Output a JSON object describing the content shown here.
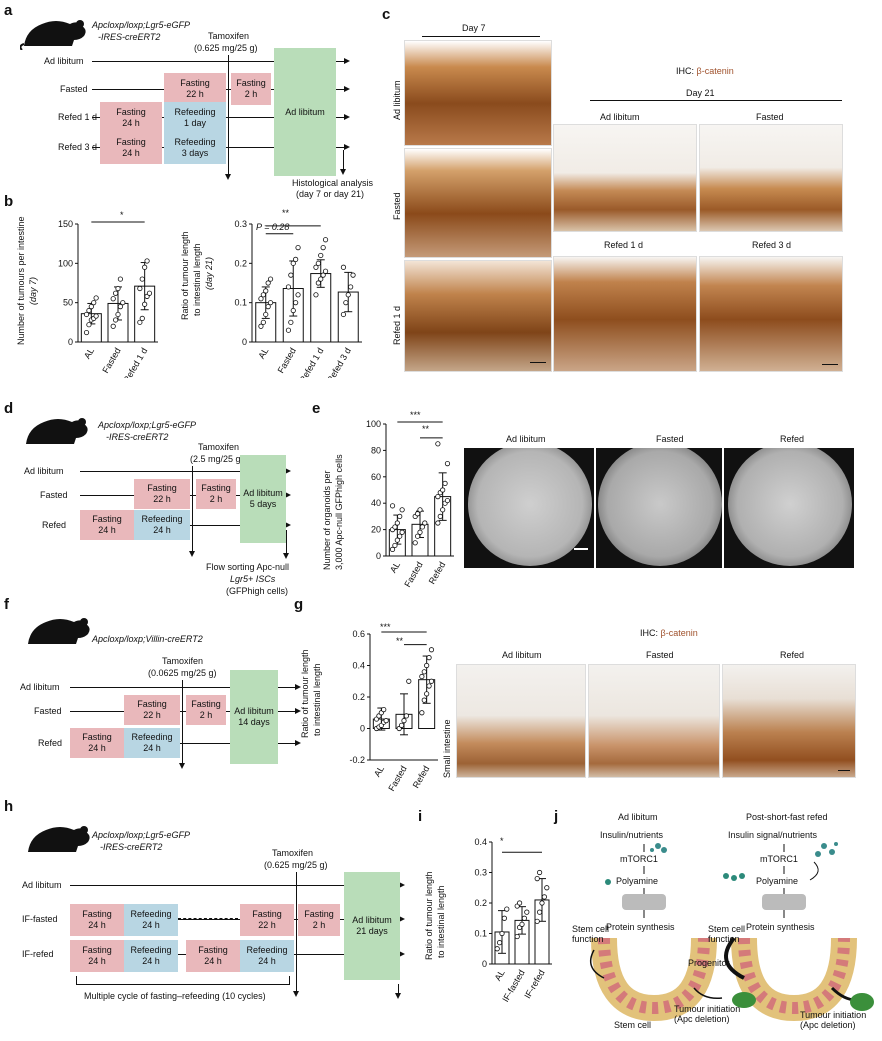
{
  "panels": {
    "a": {
      "letter": "a",
      "genotype_line1": "Apcloxp/loxp;Lgr5-eGFP",
      "genotype_line2": "-IRES-creERT2",
      "tamoxifen_line1": "Tamoxifen",
      "tamoxifen_line2": "(0.625 mg/25 g)",
      "rows": [
        "Ad libitum",
        "Fasted",
        "Refed 1 d",
        "Refed 3 d"
      ],
      "box_fasting22": "Fasting\n22 h",
      "box_fasting2": "Fasting\n2 h",
      "box_fasting24": "Fasting\n24 h",
      "box_refeeding1": "Refeeding\n1 day",
      "box_refeeding3": "Refeeding\n3 days",
      "box_adlib": "Ad libitum",
      "analysis_line1": "Histological analysis",
      "analysis_line2": "(day 7 or day 21)"
    },
    "b": {
      "letter": "b",
      "ylabel1_line1": "Number of tumours per intestine",
      "ylabel1_line2": "(day 7)",
      "ylabel2_line1": "Ratio of tumour length",
      "ylabel2_line2": "to intestinal length",
      "ylabel2_line3": "(day 21)",
      "sig1": "*",
      "sig2": "**",
      "pval": "P = 0.28"
    },
    "c": {
      "letter": "c",
      "day7": "Day 7",
      "row_labels": [
        "Ad libitum",
        "Fasted",
        "Refed 1 d"
      ],
      "ihc_prefix": "IHC: ",
      "ihc_marker": "β-catenin",
      "day21": "Day 21",
      "col_adlib": "Ad libitum",
      "col_fasted": "Fasted",
      "col_refed1": "Refed 1 d",
      "col_refed3": "Refed 3 d"
    },
    "d": {
      "letter": "d",
      "genotype_line1": "Apcloxp/loxp;Lgr5-eGFP",
      "genotype_line2": "-IRES-creERT2",
      "tamoxifen_line1": "Tamoxifen",
      "tamoxifen_line2": "(2.5 mg/25 g)",
      "rows": [
        "Ad libitum",
        "Fasted",
        "Refed"
      ],
      "box_fasting22": "Fasting\n22 h",
      "box_fasting2": "Fasting\n2 h",
      "box_fasting24": "Fasting\n24 h",
      "box_refeeding": "Refeeding\n24 h",
      "box_adlib": "Ad libitum\n5 days",
      "sort_line1": "Flow sorting Apc-null",
      "sort_line2": "Lgr5+ ISCs",
      "sort_line3": "(GFPhigh cells)"
    },
    "e": {
      "letter": "e",
      "ylabel_line1": "Number of organoids per",
      "ylabel_line2": "3,000 Apc-null GFPhigh cells",
      "sig1": "***",
      "sig2": "**",
      "img_labels": [
        "Ad libitum",
        "Fasted",
        "Refed"
      ]
    },
    "f": {
      "letter": "f",
      "genotype": "Apcloxp/loxp;Villin-creERT2",
      "tamoxifen_line1": "Tamoxifen",
      "tamoxifen_line2": "(0.0625 mg/25 g)",
      "rows": [
        "Ad libitum",
        "Fasted",
        "Refed"
      ],
      "box_fasting22": "Fasting\n22 h",
      "box_fasting2": "Fasting\n2 h",
      "box_fasting24": "Fasting\n24 h",
      "box_refeeding": "Refeeding\n24 h",
      "box_adlib": "Ad libitum\n14 days"
    },
    "g": {
      "letter": "g",
      "ylabel_line1": "Ratio of tumour length",
      "ylabel_line2": "to intestinal length",
      "sig1": "***",
      "sig2": "**",
      "ihc_prefix": "IHC: ",
      "ihc_marker": "β-catenin",
      "img_labels": [
        "Ad libitum",
        "Fasted",
        "Refed"
      ],
      "side_label": "Small intestine"
    },
    "h": {
      "letter": "h",
      "genotype_line1": "Apcloxp/loxp;Lgr5-eGFP",
      "genotype_line2": "-IRES-creERT2",
      "tamoxifen_line1": "Tamoxifen",
      "tamoxifen_line2": "(0.625 mg/25 g)",
      "rows": [
        "Ad libitum",
        "IF-fasted",
        "IF-refed"
      ],
      "box_fasting24": "Fasting\n24 h",
      "box_refeeding24": "Refeeding\n24 h",
      "box_fasting22": "Fasting\n22 h",
      "box_fasting2": "Fasting\n2 h",
      "box_adlib": "Ad libitum\n21 days",
      "cycle_note": "Multiple cycle of fasting–refeeding (10 cycles)"
    },
    "i": {
      "letter": "i",
      "ylabel_line1": "Ratio of tumour length",
      "ylabel_line2": "to intestinal length",
      "sig": "*"
    },
    "j": {
      "letter": "j",
      "left_title": "Ad libitum",
      "right_title": "Post-short-fast refed",
      "left_signal": "Insulin/nutrients",
      "right_signal": "Insulin signal/nutrients",
      "mtorc1": "mTORC1",
      "polyamine": "Polyamine",
      "protein_synthesis": "Protein synthesis",
      "stem_cell_function": "Stem cell\nfunction",
      "progenitor": "Progenitor",
      "stem_cell": "Stem cell",
      "tumour_initiation": "Tumour initiation\n(Apc deletion)"
    }
  },
  "chart_data": [
    {
      "id": "b-left",
      "type": "bar",
      "categories": [
        "AL",
        "Fasted",
        "Refed 1 d"
      ],
      "values": [
        36,
        49,
        71
      ],
      "errors": [
        13,
        21,
        30
      ],
      "points": [
        [
          12,
          22,
          28,
          30,
          33,
          35,
          40,
          45,
          50,
          56
        ],
        [
          20,
          28,
          35,
          45,
          50,
          55,
          62,
          68,
          80
        ],
        [
          25,
          30,
          48,
          58,
          62,
          68,
          80,
          95,
          103
        ]
      ],
      "ylim": [
        0,
        150
      ],
      "yticks": [
        0,
        50,
        100,
        150
      ]
    },
    {
      "id": "b-right",
      "type": "bar",
      "categories": [
        "AL",
        "Fasted",
        "Refed 1 d",
        "Refed 3 d"
      ],
      "values": [
        0.1,
        0.136,
        0.174,
        0.127
      ],
      "errors": [
        0.04,
        0.07,
        0.035,
        0.05
      ],
      "points": [
        [
          0.04,
          0.05,
          0.07,
          0.09,
          0.1,
          0.11,
          0.12,
          0.13,
          0.15,
          0.16
        ],
        [
          0.03,
          0.05,
          0.08,
          0.1,
          0.12,
          0.14,
          0.17,
          0.2,
          0.21,
          0.24
        ],
        [
          0.12,
          0.15,
          0.16,
          0.17,
          0.18,
          0.19,
          0.2,
          0.22,
          0.24,
          0.26
        ],
        [
          0.07,
          0.1,
          0.12,
          0.14,
          0.17,
          0.19
        ]
      ],
      "ylim": [
        0,
        0.3
      ],
      "yticks": [
        0,
        0.1,
        0.2,
        0.3
      ]
    },
    {
      "id": "e",
      "type": "bar",
      "categories": [
        "AL",
        "Fasted",
        "Refed"
      ],
      "values": [
        20,
        24,
        45
      ],
      "errors": [
        11,
        10,
        18
      ],
      "points": [
        [
          5,
          8,
          12,
          15,
          18,
          20,
          22,
          25,
          30,
          35,
          38
        ],
        [
          10,
          15,
          18,
          22,
          25,
          30,
          32,
          35
        ],
        [
          25,
          30,
          35,
          40,
          42,
          45,
          48,
          50,
          55,
          70,
          85
        ]
      ],
      "ylim": [
        0,
        100
      ],
      "yticks": [
        0,
        20,
        40,
        60,
        80,
        100
      ]
    },
    {
      "id": "g",
      "type": "bar",
      "categories": [
        "AL",
        "Fasted",
        "Refed"
      ],
      "values": [
        0.06,
        0.09,
        0.31
      ],
      "errors": [
        0.07,
        0.13,
        0.15
      ],
      "points": [
        [
          0,
          0.01,
          0.02,
          0.04,
          0.05,
          0.06,
          0.08,
          0.1,
          0.12
        ],
        [
          0.0,
          0.02,
          0.05,
          0.08,
          0.3
        ],
        [
          0.1,
          0.18,
          0.22,
          0.27,
          0.3,
          0.33,
          0.36,
          0.4,
          0.45,
          0.5
        ]
      ],
      "ylim": [
        -0.2,
        0.6
      ],
      "yticks": [
        -0.2,
        0,
        0.2,
        0.4,
        0.6
      ]
    },
    {
      "id": "i",
      "type": "bar",
      "categories": [
        "AL",
        "IF-fasted",
        "IF-refed"
      ],
      "values": [
        0.105,
        0.143,
        0.21
      ],
      "errors": [
        0.07,
        0.045,
        0.07
      ],
      "points": [
        [
          0.05,
          0.07,
          0.1,
          0.15,
          0.18
        ],
        [
          0.09,
          0.12,
          0.13,
          0.15,
          0.17,
          0.19,
          0.2
        ],
        [
          0.14,
          0.17,
          0.2,
          0.22,
          0.25,
          0.28,
          0.3
        ]
      ],
      "ylim": [
        0,
        0.4
      ],
      "yticks": [
        0,
        0.1,
        0.2,
        0.3,
        0.4
      ]
    }
  ]
}
